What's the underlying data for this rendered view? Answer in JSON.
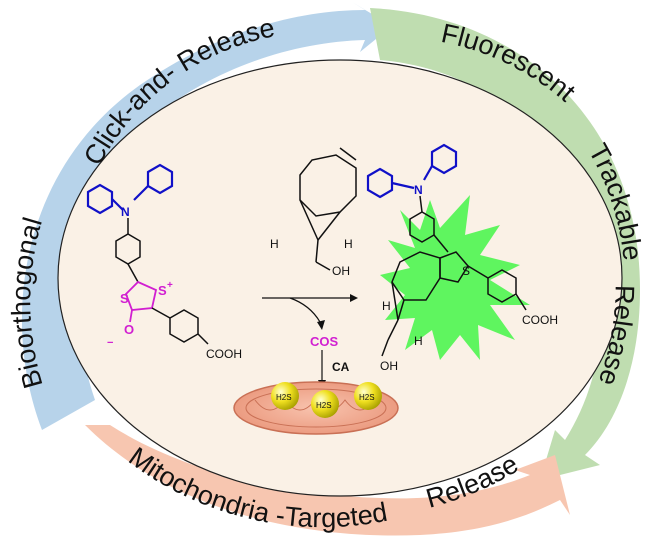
{
  "arcs": {
    "top_left": {
      "text": "Click-and- Release",
      "color": "#b7d3ea"
    },
    "left": {
      "text": "Bioorthogonal",
      "color": "#b7d3ea"
    },
    "right_top": {
      "text": "Fluorescent",
      "color": "#bfddb0"
    },
    "right_mid": {
      "text": "Trackable",
      "color": "#bfddb0"
    },
    "right_low": {
      "text": "Release",
      "color": "#bfddb0"
    },
    "bottom_left": {
      "text": "Mitochondria -Targeted",
      "color": "#f7c6b0"
    },
    "bottom_right": {
      "text": "Release",
      "color": "#f7c6b0"
    }
  },
  "center": {
    "fill": "#faf1e6"
  },
  "labels": {
    "N_left": "N",
    "S_ring_a": "S",
    "S_ring_b": "S",
    "S_plus": "+",
    "O_minus": "O",
    "minus": "−",
    "cooh_left": "COOH",
    "H_left": "H",
    "H_right": "H",
    "OH_top": "OH",
    "COS": "COS",
    "CA": "CA",
    "N_right": "N",
    "S_right": "S",
    "cooh_right": "COOH",
    "H_prod_left": "H",
    "H_prod_right": "H",
    "OH_prod": "OH",
    "h2s_1": "H2S",
    "h2s_2": "H2S",
    "h2s_3": "H2S"
  },
  "colors": {
    "blue_ring": "#1010c8",
    "magenta": "#d11fd1",
    "glow": "#5ff55f",
    "mito": "#f2a98f",
    "sphere": "#f3ea22"
  }
}
